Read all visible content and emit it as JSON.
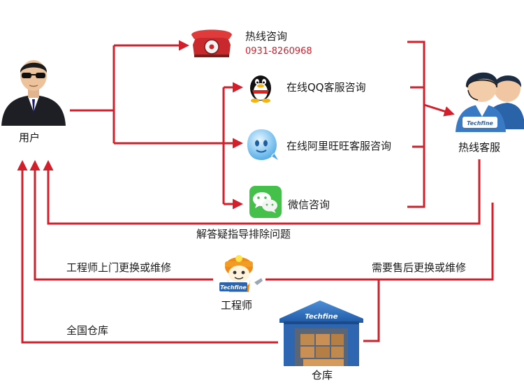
{
  "nodes": {
    "user": {
      "label": "用户",
      "icon": "user-sunglasses-icon"
    },
    "hotline": {
      "label": "热线咨询",
      "phone": "0931-8260968",
      "icon": "red-telephone-icon"
    },
    "qq": {
      "label": "在线QQ客服咨询",
      "icon": "qq-penguin-icon"
    },
    "aliwangwang": {
      "label": "在线阿里旺旺客服咨询",
      "icon": "aliwangwang-icon"
    },
    "wechat": {
      "label": "微信咨询",
      "icon": "wechat-icon"
    },
    "service": {
      "label": "热线客服",
      "icon": "customer-service-agents-icon"
    },
    "engineer": {
      "label": "工程师",
      "icon": "engineer-mascot-icon",
      "badge": "Techfine"
    },
    "warehouse": {
      "label": "仓库",
      "icon": "warehouse-icon",
      "badge": "Techfine"
    }
  },
  "edges": {
    "answer": "解答疑指导排除问题",
    "engineer_visit": "工程师上门更换或维修",
    "after_sales": "需要售后更换或维修",
    "national_warehouse": "全国仓库"
  },
  "colors": {
    "arrow": "#d21f2b",
    "text": "#1a1a1a",
    "phone_text": "#d21f2b"
  }
}
